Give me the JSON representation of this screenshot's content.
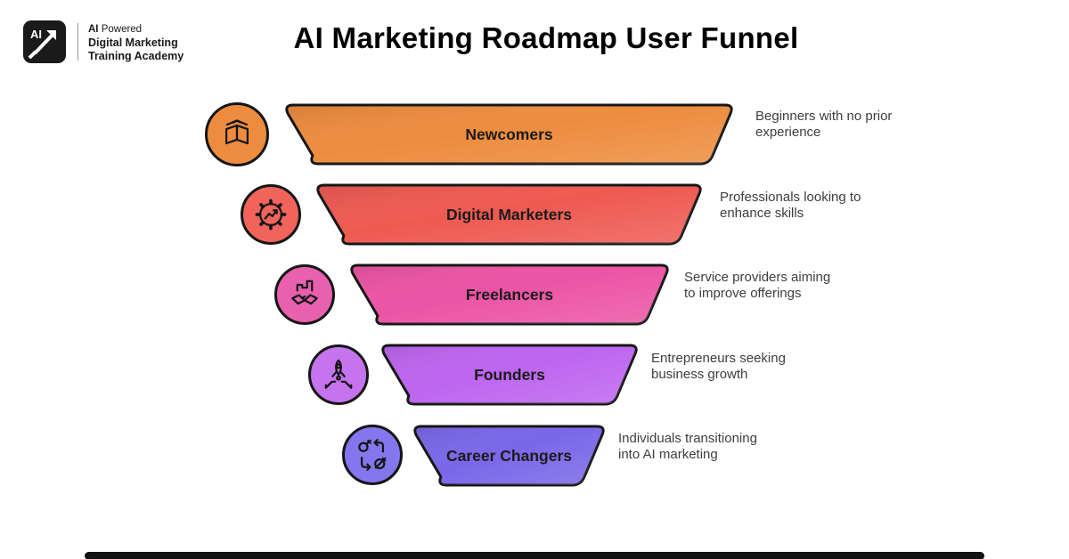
{
  "logo": {
    "mark_text": "AI",
    "line1_bold": "AI",
    "line1_rest": " Powered",
    "line2": "Digital Marketing",
    "line3": "Training Academy",
    "mark_bg": "#1a1a1a"
  },
  "title": "AI Marketing Roadmap User Funnel",
  "funnel": {
    "levels": [
      {
        "label": "Newcomers",
        "description_line1": "Beginners with no prior",
        "description_line2": "experience",
        "color": "#ED8C3E",
        "icon_color": "#ED8C3E",
        "icon": "book-icon"
      },
      {
        "label": "Digital Marketers",
        "description_line1": "Professionals looking to",
        "description_line2": "enhance skills",
        "color": "#EE5A52",
        "icon_color": "#F0645C",
        "icon": "gear-chart-icon"
      },
      {
        "label": "Freelancers",
        "description_line1": "Service providers aiming",
        "description_line2": "to improve offerings",
        "color": "#EC54A5",
        "icon_color": "#E960AF",
        "icon": "handshake-icon"
      },
      {
        "label": "Founders",
        "description_line1": "Entrepreneurs seeking",
        "description_line2": "business growth",
        "color": "#BD65EF",
        "icon_color": "#C673F0",
        "icon": "rocket-launch-icon"
      },
      {
        "label": "Career Changers",
        "description_line1": "Individuals transitioning",
        "description_line2": "into AI marketing",
        "color": "#7A67E8",
        "icon_color": "#8476EC",
        "icon": "career-switch-icon"
      }
    ]
  },
  "footer": {
    "bar_color": "#121212"
  }
}
